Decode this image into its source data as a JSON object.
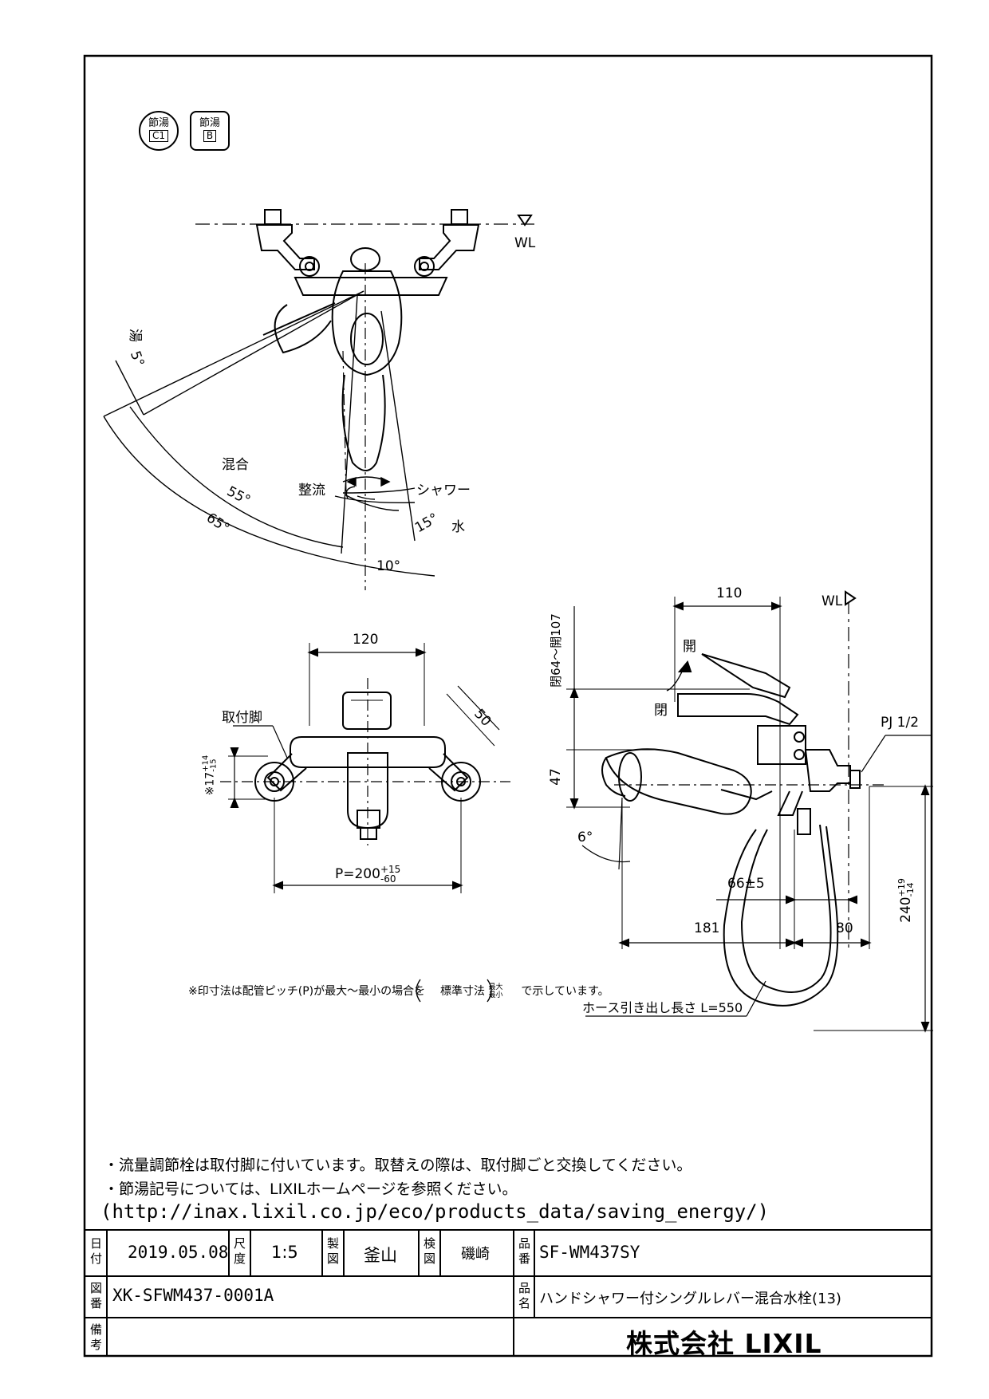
{
  "badges": {
    "c1": {
      "top": "節湯",
      "bottom": "C1"
    },
    "b": {
      "top": "節湯",
      "bottom": "B"
    }
  },
  "top_view": {
    "wl": "WL",
    "hot": "湯",
    "angle_hot": "5°",
    "mix": "混合",
    "angle_mix": "55°",
    "angle_total": "65°",
    "straight": "整流",
    "shower": "シャワー",
    "angle_shower": "15°",
    "cold": "水",
    "angle_cold": "10°"
  },
  "front_view": {
    "width": "120",
    "leg_label": "取付脚",
    "leg_dim": "50",
    "offset_label": "※17",
    "offset_tol_plus": "+14",
    "offset_tol_minus": "-15",
    "pitch_label": "P=200",
    "pitch_tol_plus": "+15",
    "pitch_tol_minus": "-60"
  },
  "side_view": {
    "depth": "110",
    "wl": "WL",
    "open": "開",
    "closed": "閉",
    "lever_range": "閉64～開107",
    "pipe": "PJ 1/2",
    "height": "47",
    "angle": "6°",
    "spout_dim": "66±5",
    "reach": "181",
    "wall_dim": "80",
    "drop_dim": "240",
    "drop_tol_plus": "+19",
    "drop_tol_minus": "-14",
    "hose_note": "ホース引き出し長さ L=550"
  },
  "footnote": {
    "prefix": "※印寸法は配管ピッチ(P)が最大～最小の場合を",
    "std": "標準寸法",
    "max": "最大",
    "min": "最小",
    "suffix": "で示しています。"
  },
  "notes": {
    "line1": "・流量調節栓は取付脚に付いています。取替えの際は、取付脚ごと交換してください。",
    "line2": "・節湯記号については、LIXILホームページを参照ください。",
    "line3": "(http://inax.lixil.co.jp/eco/products_data/saving_energy/)"
  },
  "title_block": {
    "date_label": "日付",
    "date": "2019.05.08",
    "scale_label": "尺度",
    "scale": "1:5",
    "drawn_label": "製図",
    "drawn": "釜山",
    "check_label": "検図",
    "checked": "磯崎",
    "part_no_label": "品番",
    "part_no": "SF-WM437SY",
    "drawing_no_label": "図番",
    "drawing_no": "XK-SFWM437-0001A",
    "name_label": "品名",
    "name": "ハンドシャワー付シングルレバー混合水栓(13)",
    "remarks_label": "備考",
    "company": "株式会社 LIXIL"
  }
}
